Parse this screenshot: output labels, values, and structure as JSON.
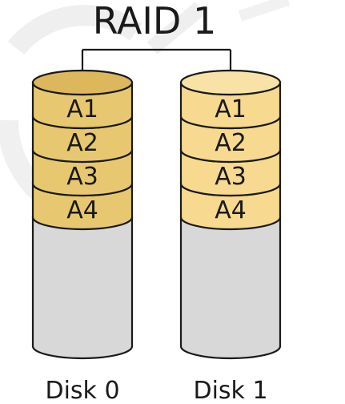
{
  "title": "RAID 1",
  "colors": {
    "block_disk0": "#e7c870",
    "block_disk0_top": "#dcb75c",
    "block_disk1": "#f7d98f",
    "block_disk1_top": "#f9e2a6",
    "empty": "#d8d8d8",
    "outline": "#1a1a1a",
    "watermark": "#e0e0e0"
  },
  "disks": [
    {
      "label": "Disk 0",
      "blocks": [
        "A1",
        "A2",
        "A3",
        "A4"
      ]
    },
    {
      "label": "Disk 1",
      "blocks": [
        "A1",
        "A2",
        "A3",
        "A4"
      ]
    }
  ]
}
